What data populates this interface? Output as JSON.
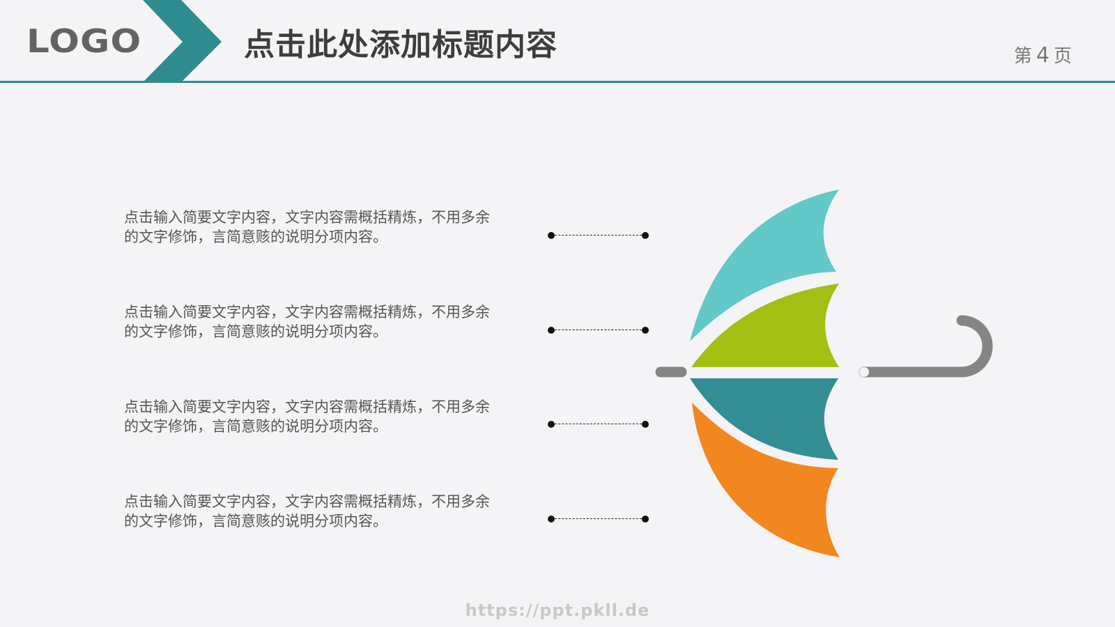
{
  "header": {
    "logo": "LOGO",
    "title": "点击此处添加标题内容",
    "page_prefix": "第",
    "page_number": "4",
    "page_suffix": "页"
  },
  "colors": {
    "accent": "#2f8c8f",
    "segment_1": "#63c8c8",
    "segment_2": "#a3bf14",
    "segment_3": "#328e92",
    "segment_4": "#f28720",
    "handle": "#858585",
    "background": "#f4f3f6"
  },
  "items": [
    {
      "line1": "点击输入简要文字内容，文字内容需概括精炼，不用多余",
      "line2": "的文字修饰，言简意赅的说明分项内容。"
    },
    {
      "line1": "点击输入简要文字内容，文字内容需概括精炼，不用多余",
      "line2": "的文字修饰，言简意赅的说明分项内容。"
    },
    {
      "line1": "点击输入简要文字内容，文字内容需概括精炼，不用多余",
      "line2": "的文字修饰，言简意赅的说明分项内容。"
    },
    {
      "line1": "点击输入简要文字内容，文字内容需概括精炼，不用多余",
      "line2": "的文字修饰，言简意赅的说明分项内容。"
    }
  ],
  "umbrella": {
    "segments": [
      "teal-light",
      "lime-green",
      "teal-dark",
      "orange"
    ]
  },
  "watermark": "https://ppt.pkll.de"
}
